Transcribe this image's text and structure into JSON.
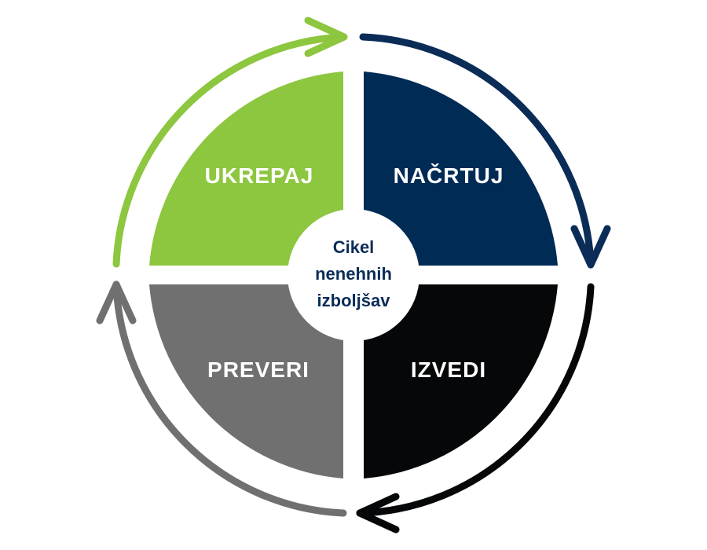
{
  "center": {
    "lines": [
      "Cikel",
      "nenehnih",
      "izboljšav"
    ]
  },
  "quadrants": [
    {
      "id": "ukrepaj",
      "label": "UKREPAJ"
    },
    {
      "id": "nacrtuj",
      "label": "NAČRTUJ"
    },
    {
      "id": "izvedi",
      "label": "IZVEDI"
    },
    {
      "id": "preveri",
      "label": "PREVERI"
    }
  ],
  "colors": {
    "ukrepaj": "#8dc63f",
    "nacrtuj": "#002b55",
    "izvedi": "#050708",
    "preveri": "#707070",
    "arrow_green": "#8dc63f",
    "arrow_navy": "#0a2c57",
    "arrow_black": "#050708",
    "arrow_gray": "#707070",
    "center_text": "#0a2c57",
    "background": "#ffffff"
  },
  "icons": {
    "arrows": [
      "arrow-ukrepaj-to-nacrtuj-icon",
      "arrow-nacrtuj-to-izvedi-icon",
      "arrow-izvedi-to-preveri-icon",
      "arrow-preveri-to-ukrepaj-icon"
    ]
  }
}
